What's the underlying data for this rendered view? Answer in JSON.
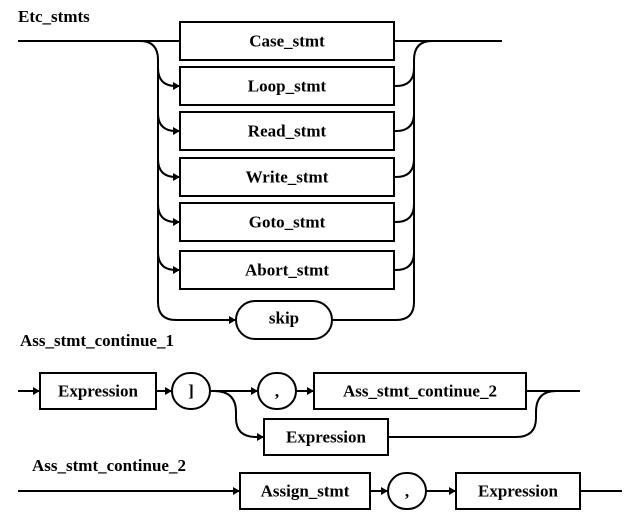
{
  "diagrams": [
    {
      "title": "Etc_stmts",
      "nodes": [
        "Case_stmt",
        "Loop_stmt",
        "Read_stmt",
        "Write_stmt",
        "Goto_stmt",
        "Abort_stmt",
        "skip"
      ]
    },
    {
      "title": "Ass_stmt_continue_1",
      "nodes": [
        "Expression",
        "]",
        ",",
        "Ass_stmt_continue_2",
        "Expression"
      ]
    },
    {
      "title": "Ass_stmt_continue_2",
      "nodes": [
        "Assign_stmt",
        ",",
        "Expression"
      ]
    }
  ]
}
